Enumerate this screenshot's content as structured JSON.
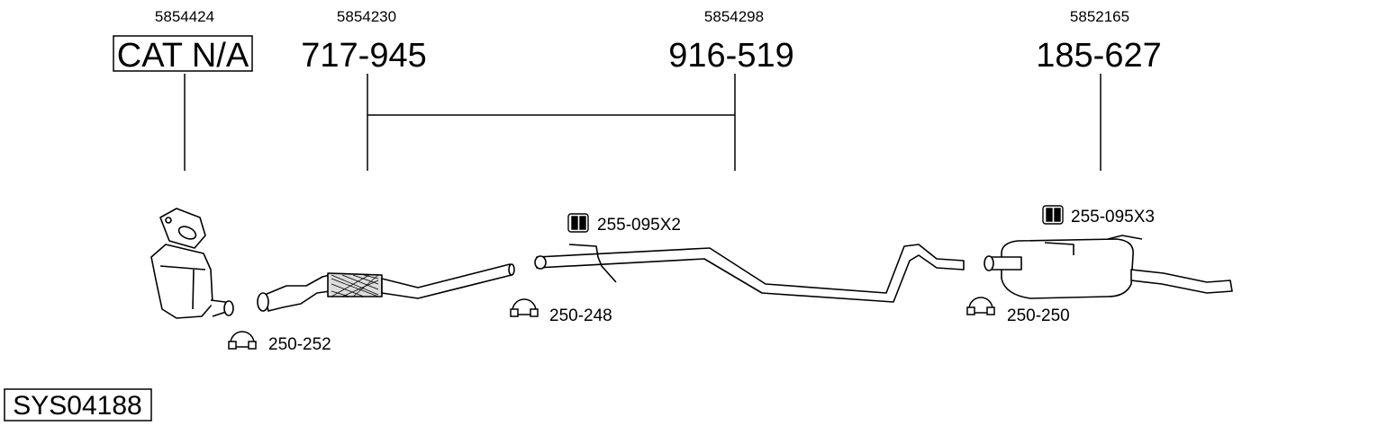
{
  "parts": [
    {
      "oem": "5854424",
      "number": "CAT N/A",
      "boxed": true
    },
    {
      "oem": "5854230",
      "number": "717-945",
      "boxed": false
    },
    {
      "oem": "5854298",
      "number": "916-519",
      "boxed": false
    },
    {
      "oem": "5852165",
      "number": "185-627",
      "boxed": false
    }
  ],
  "accessories": [
    {
      "number": "250-252",
      "icon": "clamp-icon"
    },
    {
      "number": "255-095X2",
      "icon": "rubber-mount-icon"
    },
    {
      "number": "250-248",
      "icon": "clamp-icon"
    },
    {
      "number": "255-095X3",
      "icon": "rubber-mount-icon"
    },
    {
      "number": "250-250",
      "icon": "clamp-icon"
    }
  ],
  "system_code": "SYS04188"
}
